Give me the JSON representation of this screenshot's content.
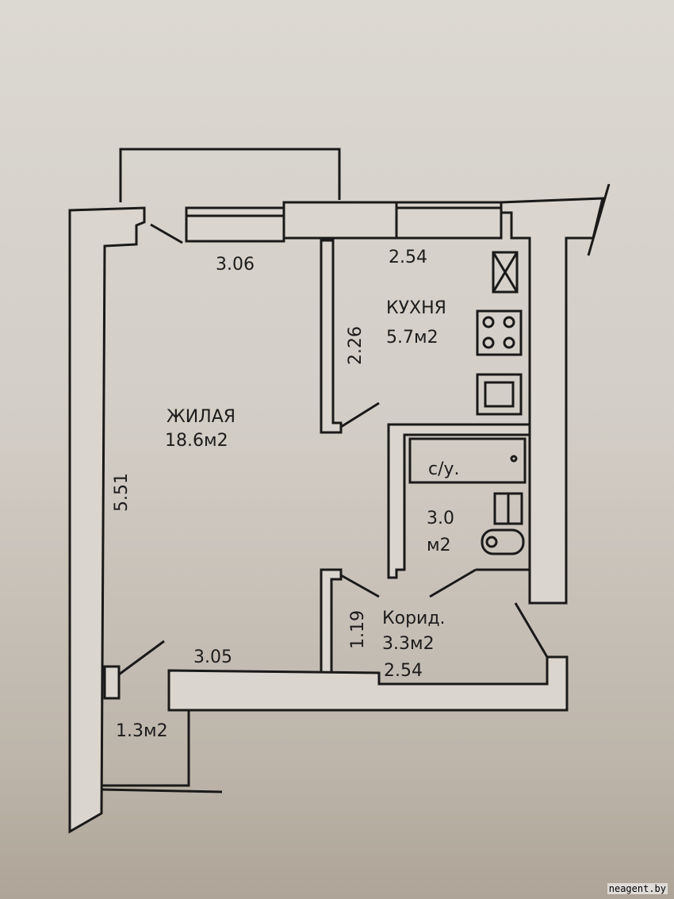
{
  "plan": {
    "rooms": {
      "living": {
        "name": "ЖИЛАЯ",
        "area": "18.6м2"
      },
      "kitchen": {
        "name": "КУХНЯ",
        "area": "5.7м2"
      },
      "bathroom": {
        "name": "с/у.",
        "area_value": "3.0",
        "area_unit": "м2"
      },
      "corridor": {
        "name": "Корид.",
        "area": "3.3м2"
      },
      "balcony": {
        "area": "1.3м2"
      }
    },
    "dimensions": {
      "living_top": "3.06",
      "living_bottom": "3.05",
      "living_side": "5.51",
      "kitchen_top": "2.54",
      "kitchen_side": "2.26",
      "corridor_side": "1.19",
      "corridor_bottom": "2.54"
    }
  },
  "watermark": "neagent.by"
}
